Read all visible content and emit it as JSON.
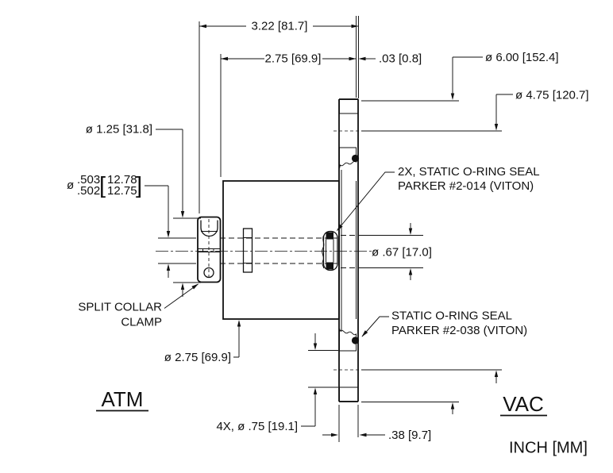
{
  "meta": {
    "ink": "#111111",
    "paper": "#ffffff",
    "drawing_type": "flange feedthrough cross-section"
  },
  "sides": {
    "left": "ATM",
    "right": "VAC"
  },
  "units_note": "INCH [MM]",
  "dimensions": {
    "overall_length": "3.22 [81.7]",
    "body_length": "2.75 [69.9]",
    "face_recess": ".03 [0.8]",
    "flange_od": "ø 6.00 [152.4]",
    "bolt_circle_dia": "ø 4.75 [120.7]",
    "clamp_od": "ø 1.25 [31.8]",
    "shaft_fit": {
      "dia_symbol": "ø",
      "inch_upper": ".503",
      "inch_lower": ".502",
      "bracket_open": "[",
      "mm_upper": "12.78",
      "mm_lower": "12.75",
      "bracket_close": "]"
    },
    "center_bore": "ø .67 [17.0]",
    "body_od": "ø 2.75 [69.9]",
    "bolt_holes": "4X, ø .75 [19.1]",
    "flange_thickness": ".38 [9.7]"
  },
  "callouts": {
    "oring_shaft_line1": "2X, STATIC O-RING SEAL",
    "oring_shaft_line2": "PARKER #2-014 (VITON)",
    "oring_face_line1": "STATIC O-RING SEAL",
    "oring_face_line2": "PARKER #2-038 (VITON)",
    "clamp_line1": "SPLIT COLLAR",
    "clamp_line2": "CLAMP"
  }
}
